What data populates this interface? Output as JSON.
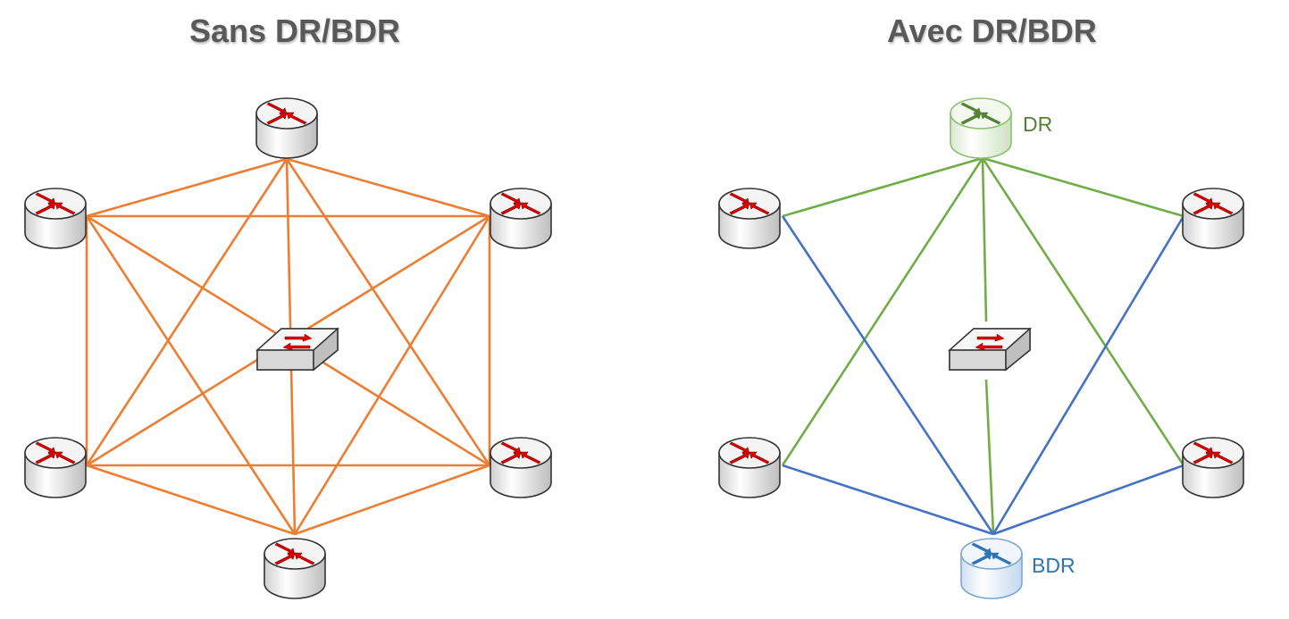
{
  "diagrams": [
    {
      "title": "Sans DR/BDR",
      "link_color": "#ed7d31",
      "role_labels": {}
    },
    {
      "title": "Avec DR/BDR",
      "dr_color": "#70ad47",
      "bdr_color": "#4472c4",
      "role_labels": {
        "dr": "DR",
        "bdr": "BDR"
      }
    }
  ],
  "colors": {
    "router_body": "#f2f2f2",
    "router_arrows": "#e00000",
    "dr_arrows": "#548235",
    "bdr_arrows": "#2e75b6",
    "dr_text": "#548235",
    "bdr_text": "#2e75b6",
    "switch_arrows": "#e00000"
  },
  "icons": [
    "router-icon",
    "switch-icon"
  ]
}
